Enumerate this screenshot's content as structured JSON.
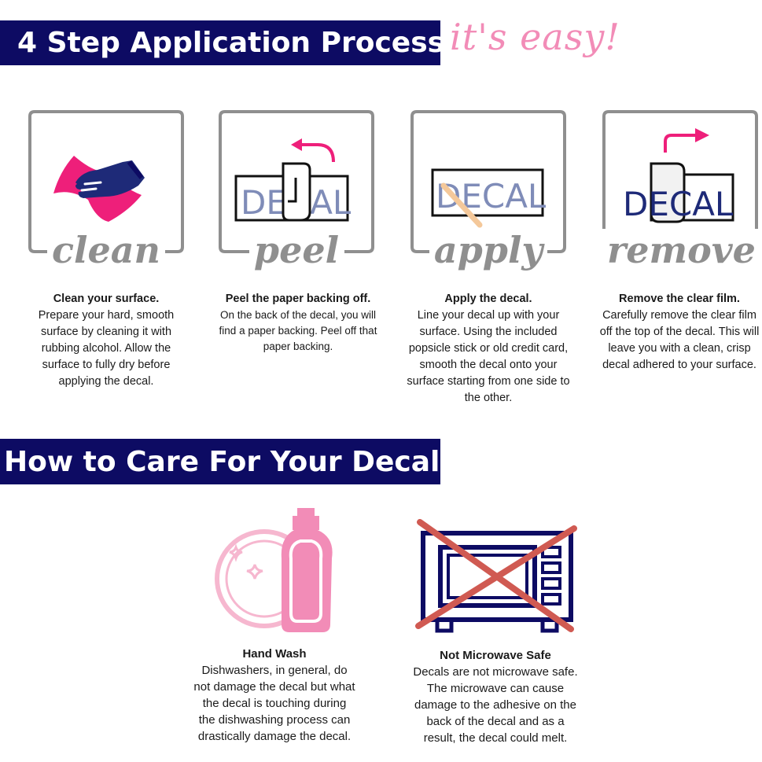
{
  "header": {
    "title": "4 Step Application Process",
    "tagline": "it's easy!"
  },
  "steps": [
    {
      "word": "clean",
      "heading": "Clean your surface.",
      "body": "Prepare your hard, smooth surface by cleaning it with rubbing alcohol. Allow the surface to fully dry before applying the decal.",
      "icon": "hand-wiping-cloth-icon"
    },
    {
      "word": "peel",
      "heading": "Peel the paper backing off.",
      "body": "On the back of the decal, you will find a paper backing. Peel off that paper backing.",
      "icon": "peel-backing-icon",
      "decal_text": "DECAL"
    },
    {
      "word": "apply",
      "heading": "Apply the decal.",
      "body": "Line your decal up with your surface. Using the included popsicle stick or old credit card, smooth the decal onto your surface starting from one side to the other.",
      "icon": "apply-decal-icon",
      "decal_text": "DECAL"
    },
    {
      "word": "remove",
      "heading": "Remove the clear film.",
      "body": "Carefully remove the clear film off the top of the decal. This will leave you with a clean, crisp decal adhered to your surface.",
      "icon": "remove-film-icon",
      "decal_text": "DECAL"
    }
  ],
  "care": {
    "title": "How to Care For Your Decal",
    "items": [
      {
        "heading": "Hand Wash",
        "body": "Dishwashers, in general, do not damage the decal but what the decal is touching during the dishwashing process can drastically damage the decal.",
        "icon": "dish-soap-icon"
      },
      {
        "heading": "Not Microwave Safe",
        "body": "Decals are not microwave safe.  The microwave can cause damage to the adhesive on the back of the decal and as a result, the decal could melt.",
        "icon": "no-microwave-icon"
      }
    ]
  },
  "colors": {
    "navy": "#0d0b63",
    "pink": "#f28cb7",
    "magenta": "#ee1f7a",
    "gray": "#8f8f8f",
    "decal_blue": "#7f8cb8",
    "cross_red": "#d05a52"
  }
}
